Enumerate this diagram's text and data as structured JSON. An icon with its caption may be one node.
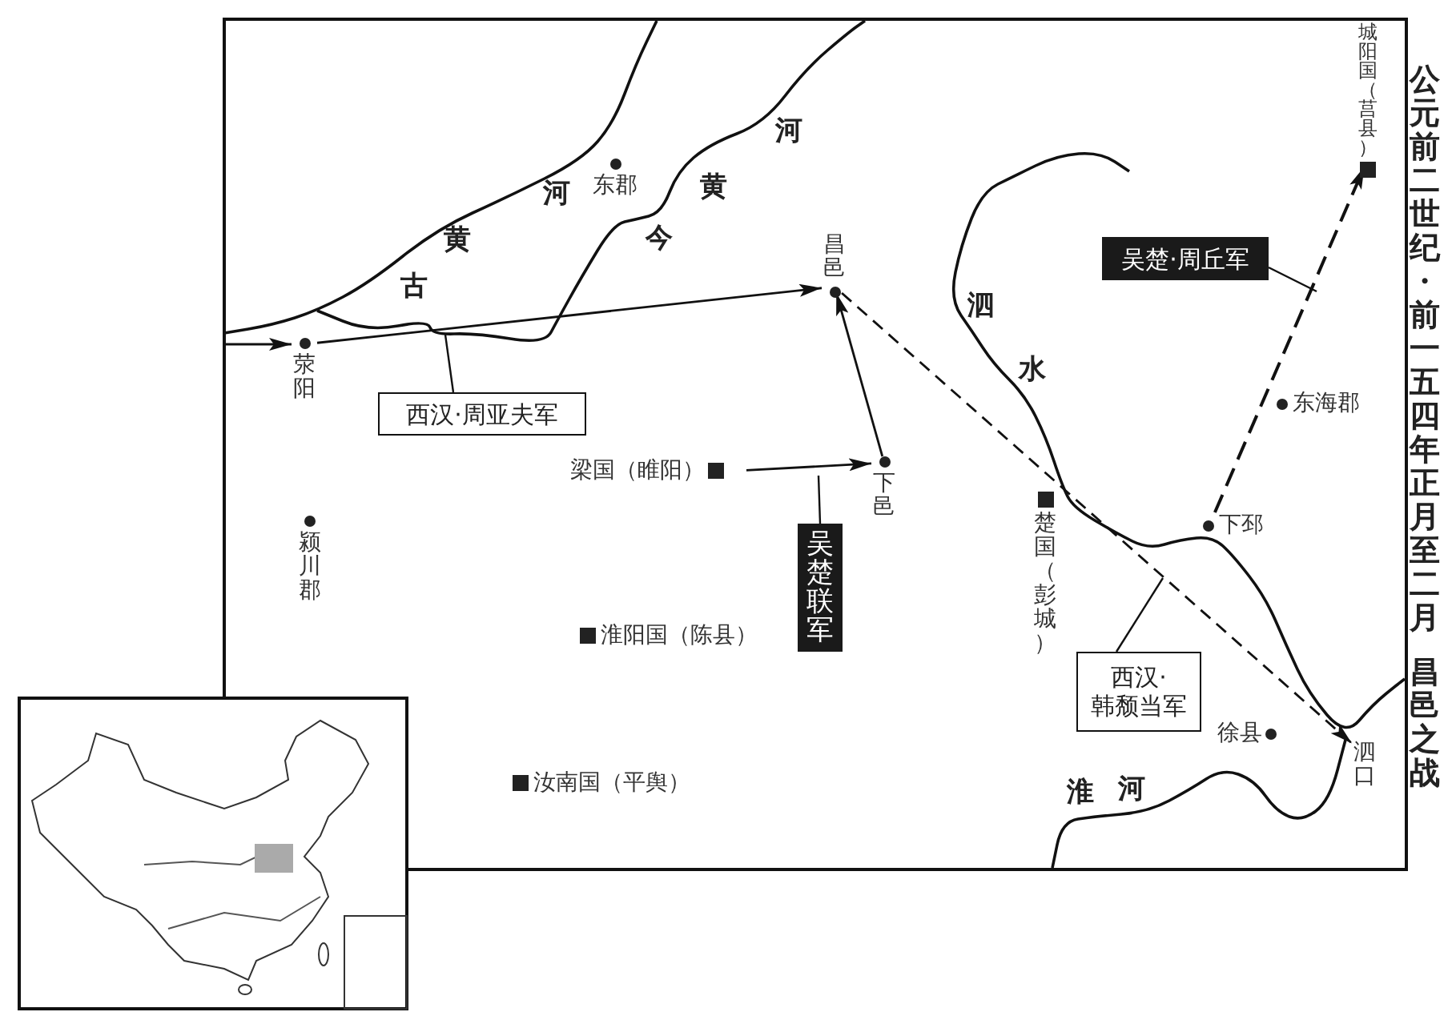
{
  "diagram": {
    "title": "昌邑之战",
    "nodes": [
      {
        "text": [
          "荥阳"
        ]
      },
      {
        "text": [
          "昌邑"
        ]
      },
      {
        "text": [
          "下邑"
        ]
      },
      {
        "text": [
          "梁国（睢阳）"
        ]
      },
      {
        "text": [
          "城阳国（莒县）"
        ]
      },
      {
        "text": [
          "泗口"
        ]
      },
      {
        "text": [
          "下邳"
        ]
      },
      {
        "text": [
          "西汉·周亚夫军"
        ]
      },
      {
        "text": [
          "吴楚·周丘军"
        ]
      },
      {
        "text": [
          "吴楚联军"
        ]
      },
      {
        "text": [
          "西汉·韩颓当军"
        ]
      },
      {
        "text": [
          "东郡"
        ]
      },
      {
        "text": [
          "东海郡"
        ]
      },
      {
        "text": [
          "颍川郡"
        ]
      },
      {
        "text": [
          "淮阳国（陈县）"
        ]
      },
      {
        "text": [
          "楚国（彭城）"
        ]
      },
      {
        "text": [
          "徐县"
        ]
      },
      {
        "text": [
          "汝南国（平舆）"
        ]
      }
    ],
    "edges": [
      {
        "from": null,
        "to": 0,
        "arrow": "to"
      },
      {
        "from": 0,
        "to": 1,
        "arrow": "to"
      },
      {
        "from": 3,
        "to": 2,
        "arrow": "to"
      },
      {
        "from": 2,
        "to": 1,
        "arrow": "to"
      },
      {
        "from": 1,
        "to": 5,
        "arrow": "to",
        "style": "dashed"
      },
      {
        "from": 6,
        "to": 4,
        "arrow": "to",
        "style": "dashed"
      },
      {
        "from": 7,
        "to": null,
        "arrow": "none"
      },
      {
        "from": 8,
        "to": null,
        "arrow": "none"
      },
      {
        "from": 9,
        "to": null,
        "arrow": "none"
      },
      {
        "from": 10,
        "to": null,
        "arrow": "none"
      }
    ],
    "labels": [
      "公元前二世纪·前一五四年正月至二月",
      "古",
      "黄",
      "河",
      "今",
      "黄",
      "河",
      "泗",
      "水",
      "淮",
      "河"
    ]
  }
}
